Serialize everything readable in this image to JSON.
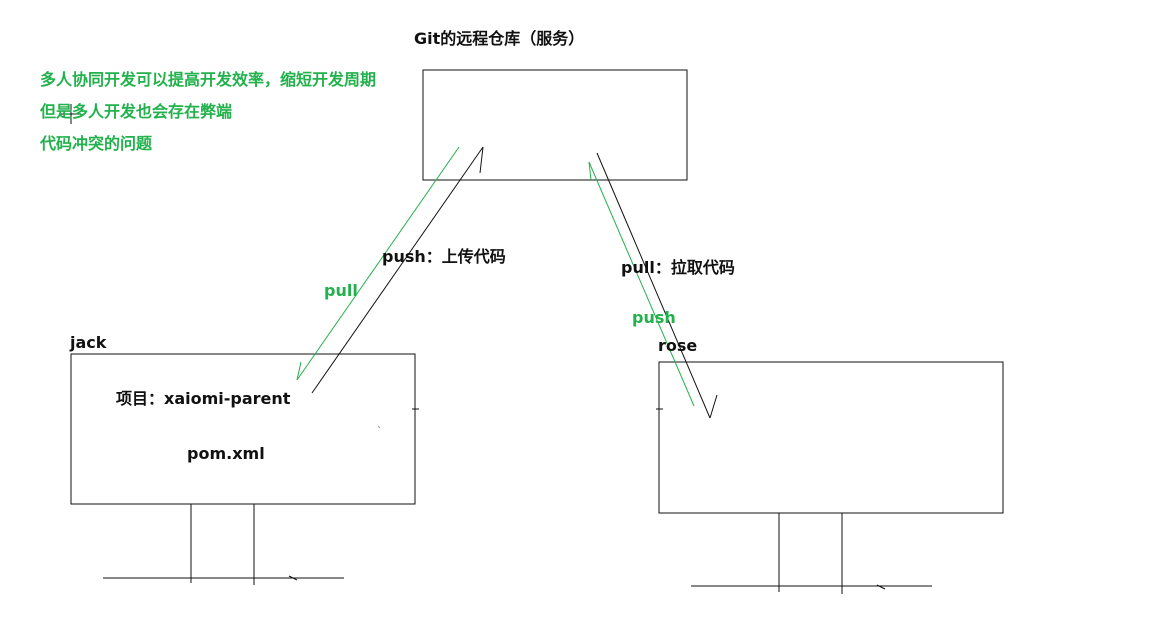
{
  "diagram": {
    "title": "Git的远程仓库（服务）",
    "notes": [
      "多人协同开发可以提高开发效率，缩短开发周期",
      "但是多人开发也会存在弊端",
      "代码冲突的问题"
    ],
    "left_machine": {
      "name": "jack",
      "project": "项目：xaiomi-parent",
      "file": "pom.xml"
    },
    "right_machine": {
      "name": "rose"
    },
    "arrows": {
      "push_upload": "push：上传代码",
      "pull_left": "pull",
      "pull_fetch": "pull：拉取代码",
      "push_right": "push"
    },
    "colors": {
      "ink": "#111111",
      "annotation": "#22b14c"
    }
  }
}
